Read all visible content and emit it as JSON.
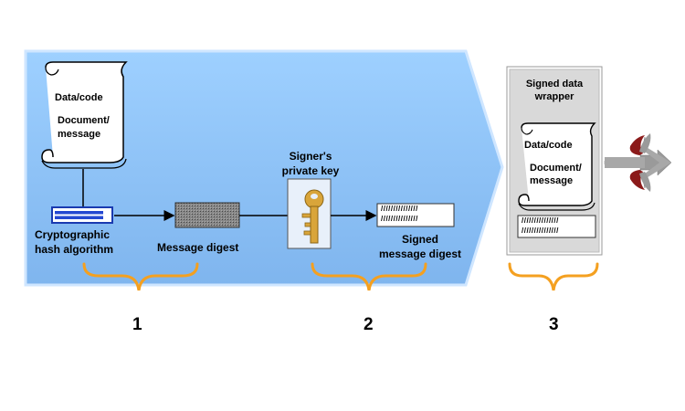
{
  "step1": {
    "scroll_title": "Data/code",
    "scroll_body": "Document/\nmessage",
    "hash_label": "Cryptographic\nhash algorithm",
    "digest_label": "Message digest"
  },
  "step2": {
    "key_label": "Signer's\nprivate key",
    "signed_label": "Signed\nmessage digest",
    "hatch_text": "///////////////"
  },
  "step3": {
    "wrapper_label": "Signed data\nwrapper",
    "scroll_title": "Data/code",
    "scroll_body": "Document/\nmessage",
    "hatch_text": "///////////////"
  },
  "steps": [
    "1",
    "2",
    "3"
  ],
  "colors": {
    "arrow_fill": "#99CCFF",
    "brace": "#F4A020",
    "wrapper_bg": "#D9D9D9",
    "key_gold": "#D9A53A",
    "split_arrow_red": "#8B1A1A",
    "split_arrow_gray": "#9A9A9A"
  },
  "icons": [
    "scroll-icon",
    "hash-arrow-icon",
    "key-icon",
    "split-arrow-icon"
  ]
}
